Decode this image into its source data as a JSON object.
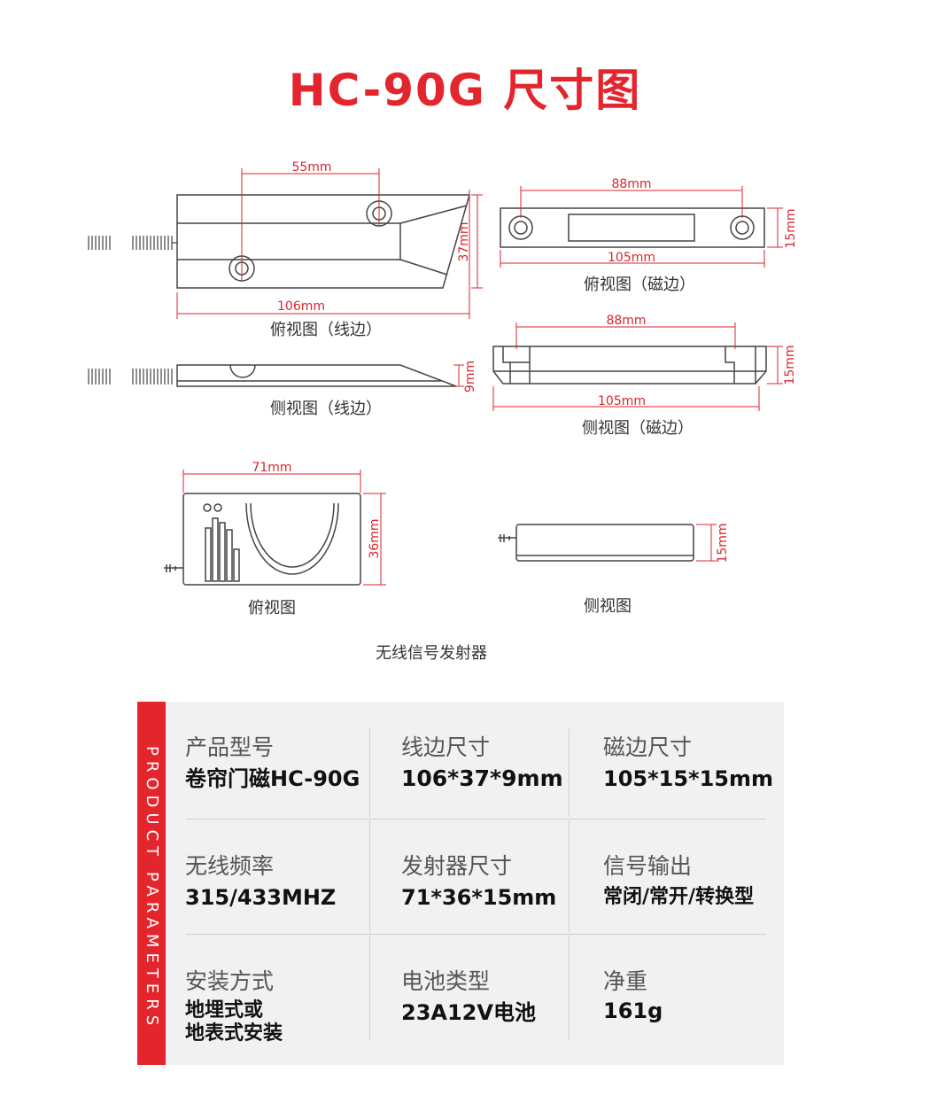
{
  "title": "HC-90G 尺寸图",
  "colors": {
    "accent": "#e3262e",
    "dim_line": "#d9262e",
    "outline": "#444444"
  },
  "dimensions": {
    "line_top_width": "55mm",
    "line_top_length": "106mm",
    "line_top_height": "37mm",
    "line_side_height": "9mm",
    "mag_top_width": "88mm",
    "mag_top_length": "105mm",
    "mag_top_height": "15mm",
    "mag_side_width": "88mm",
    "mag_side_length": "105mm",
    "mag_side_height": "15mm",
    "tx_top_width": "71mm",
    "tx_top_height": "36mm",
    "tx_side_height": "15mm"
  },
  "captions": {
    "line_top": "俯视图（线边）",
    "line_side": "侧视图（线边）",
    "mag_top": "俯视图（磁边）",
    "mag_side": "侧视图（磁边）",
    "tx_top": "俯视图",
    "tx_side": "侧视图",
    "transmitter": "无线信号发射器"
  },
  "params": {
    "side_label": "PRODUCT PARAMETERS",
    "rows": [
      [
        {
          "label": "产品型号",
          "value": "卷帘门磁HC-90G"
        },
        {
          "label": "线边尺寸",
          "value": "106*37*9mm"
        },
        {
          "label": "磁边尺寸",
          "value": "105*15*15mm"
        }
      ],
      [
        {
          "label": "无线频率",
          "value": "315/433MHZ"
        },
        {
          "label": "发射器尺寸",
          "value": "71*36*15mm"
        },
        {
          "label": "信号输出",
          "value": "常闭/常开/转换型"
        }
      ],
      [
        {
          "label": "安装方式",
          "value": "地埋式或\n地表式安装"
        },
        {
          "label": "电池类型",
          "value": "23A12V电池"
        },
        {
          "label": "净重",
          "value": "161g"
        }
      ]
    ]
  }
}
